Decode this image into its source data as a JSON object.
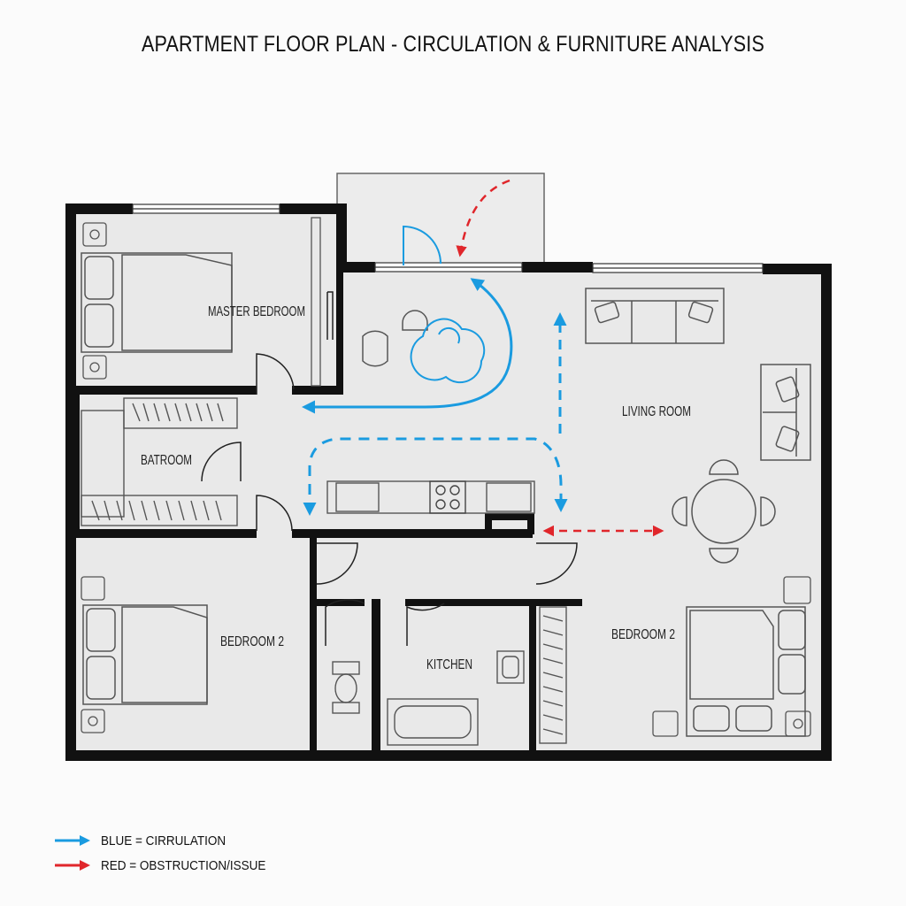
{
  "title": "APARTMENT FLOOR PLAN - CIRCULATION & FURNITURE ANALYSIS",
  "rooms": {
    "master_bedroom": "MASTER BEDROOM",
    "bathroom": "BATROOM",
    "living_room": "LIVING ROOM",
    "bedroom_left": "BEDROOM 2",
    "kitchen": "KITCHEN",
    "bedroom_right": "BEDROOM 2"
  },
  "legend": {
    "blue": "BLUE = CIRRULATION",
    "red": "RED = OBSTRUCTION/ISSUE"
  },
  "colors": {
    "wall": "#111111",
    "floor": "#e9e9e9",
    "circulation": "#1a9be0",
    "obstruction": "#e0262b",
    "furniture": "#555555"
  },
  "icons": [
    "bed-icon",
    "sofa-icon",
    "dining-table-icon",
    "stove-icon",
    "toilet-icon",
    "bathtub-icon",
    "sink-icon",
    "chair-icon",
    "lamp-icon",
    "wardrobe-icon",
    "door-swing-icon",
    "arrow-icon"
  ]
}
